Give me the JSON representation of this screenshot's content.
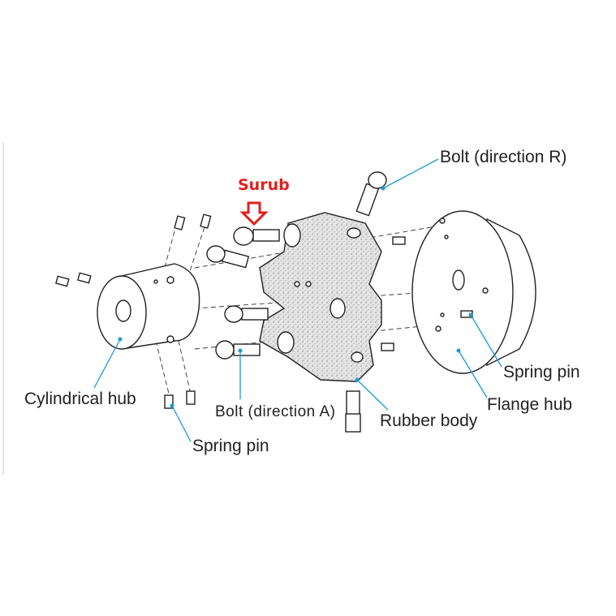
{
  "annotation": {
    "label": "Surub",
    "arrow_color": "#e02020"
  },
  "labels": {
    "bolt_r": "Bolt (direction R)",
    "bolt_a": "Bolt (direction A)",
    "cylindrical_hub": "Cylindrical hub",
    "flange_hub": "Flange hub",
    "rubber_body": "Rubber body",
    "spring_pin_right": "Spring pin",
    "spring_pin_bottom": "Spring pin"
  },
  "colors": {
    "leader": "#1a9bd7",
    "annotation": "#e02020"
  }
}
